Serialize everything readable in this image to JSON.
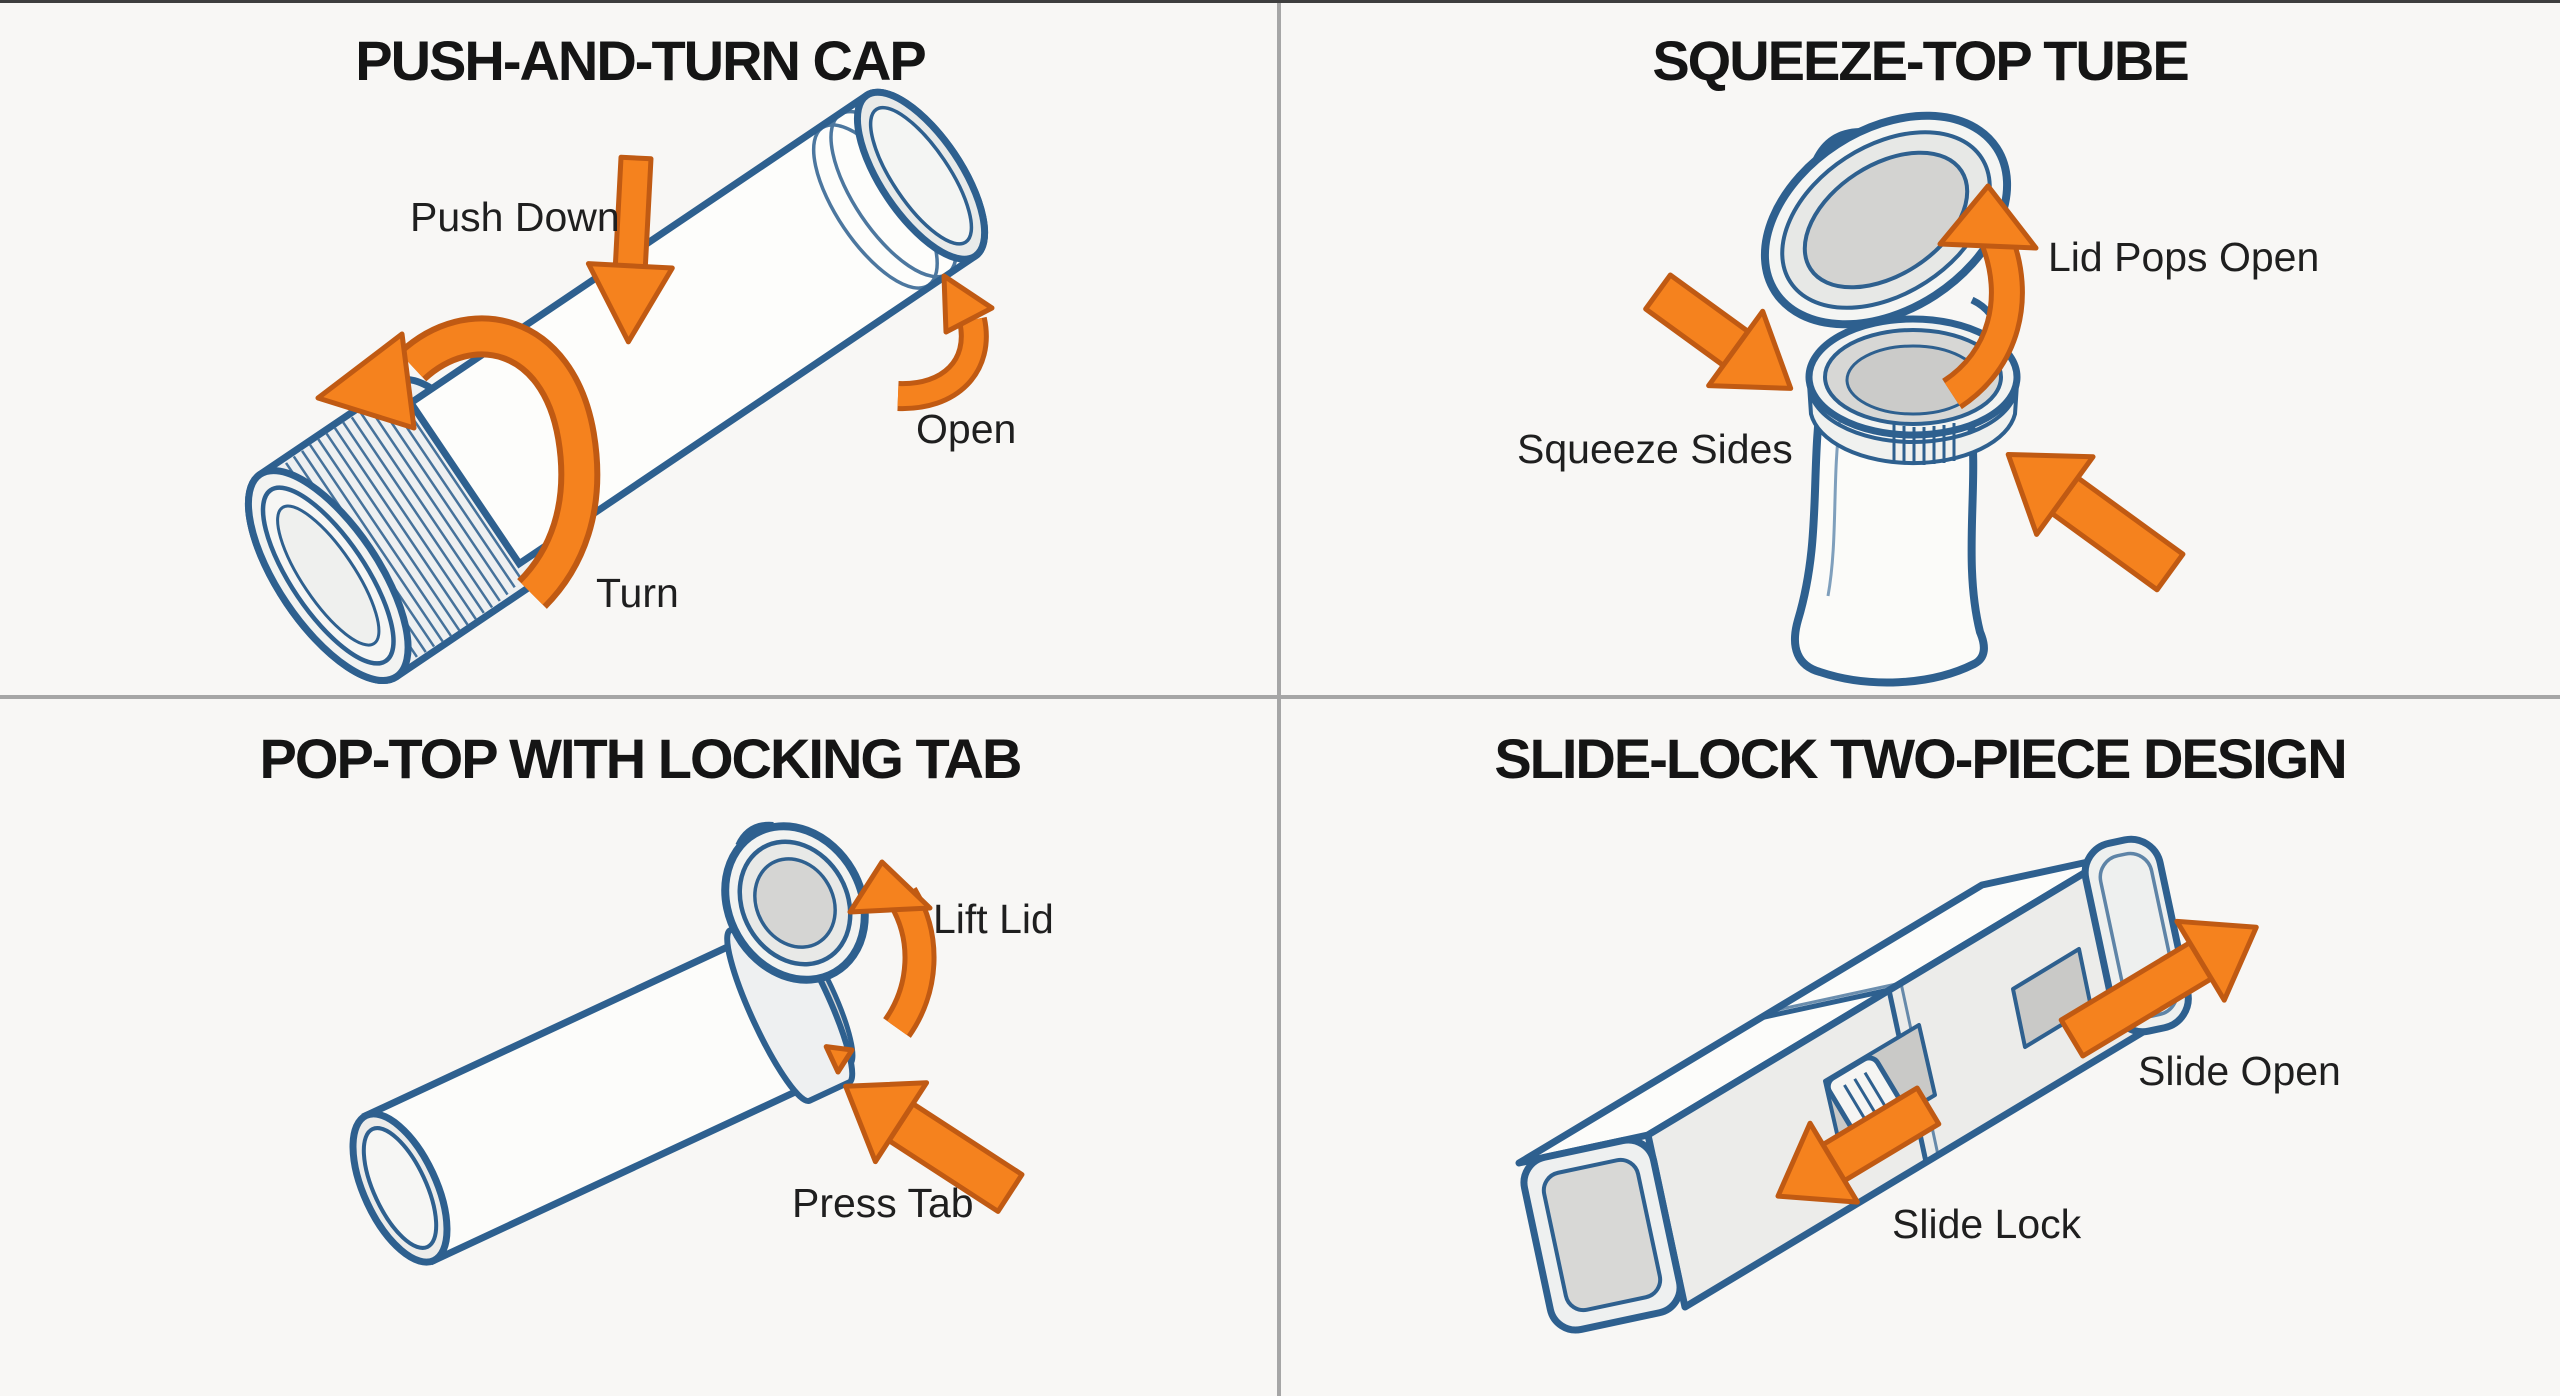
{
  "page": {
    "background": "#f8f7f5",
    "top_edge_line_color": "#3e3e3e",
    "divider_color": "#a6a6a6",
    "layout": "2x2-grid-diagram"
  },
  "colors": {
    "outline_blue": "#2e608f",
    "arrow_orange": "#f5821e",
    "arrow_outline": "#c05a13",
    "interior_gray": "#d7d7d5",
    "body_white": "#fcfcfa",
    "title_text": "#151515",
    "label_text": "#1f1f1f"
  },
  "panels": [
    {
      "id": "push-and-turn-cap",
      "title": "PUSH-AND-TURN CAP",
      "labels": {
        "push_down": "Push Down",
        "turn": "Turn",
        "open": "Open"
      }
    },
    {
      "id": "squeeze-top-tube",
      "title": "SQUEEZE-TOP TUBE",
      "labels": {
        "lid_pops_open": "Lid Pops Open",
        "squeeze_sides": "Squeeze Sides"
      }
    },
    {
      "id": "pop-top-with-locking-tab",
      "title": "POP-TOP WITH LOCKING TAB",
      "labels": {
        "lift_lid": "Lift Lid",
        "press_tab": "Press Tab"
      }
    },
    {
      "id": "slide-lock-two-piece-design",
      "title": "SLIDE-LOCK TWO-PIECE DESIGN",
      "labels": {
        "slide_open": "Slide Open",
        "slide_lock": "Slide Lock"
      }
    }
  ]
}
